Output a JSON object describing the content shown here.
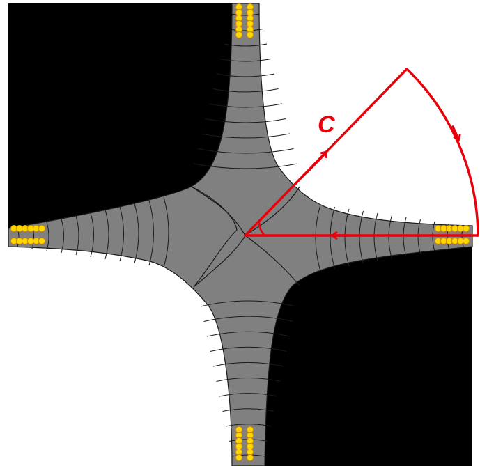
{
  "contour": {
    "label": "C",
    "color": "#e8000a"
  },
  "colors": {
    "background": "#ffffff",
    "domain_fill": "#000000",
    "mesh_fill": "#808080",
    "mesh_lines": "#1a1a1a",
    "node_fill": "#ffd700",
    "node_stroke": "#d48a00"
  },
  "structure": {
    "arm_count": 4,
    "electrode_rows_per_arm": 2,
    "electrode_nodes_per_row": 6,
    "mesh_lines_per_arm": 11
  }
}
